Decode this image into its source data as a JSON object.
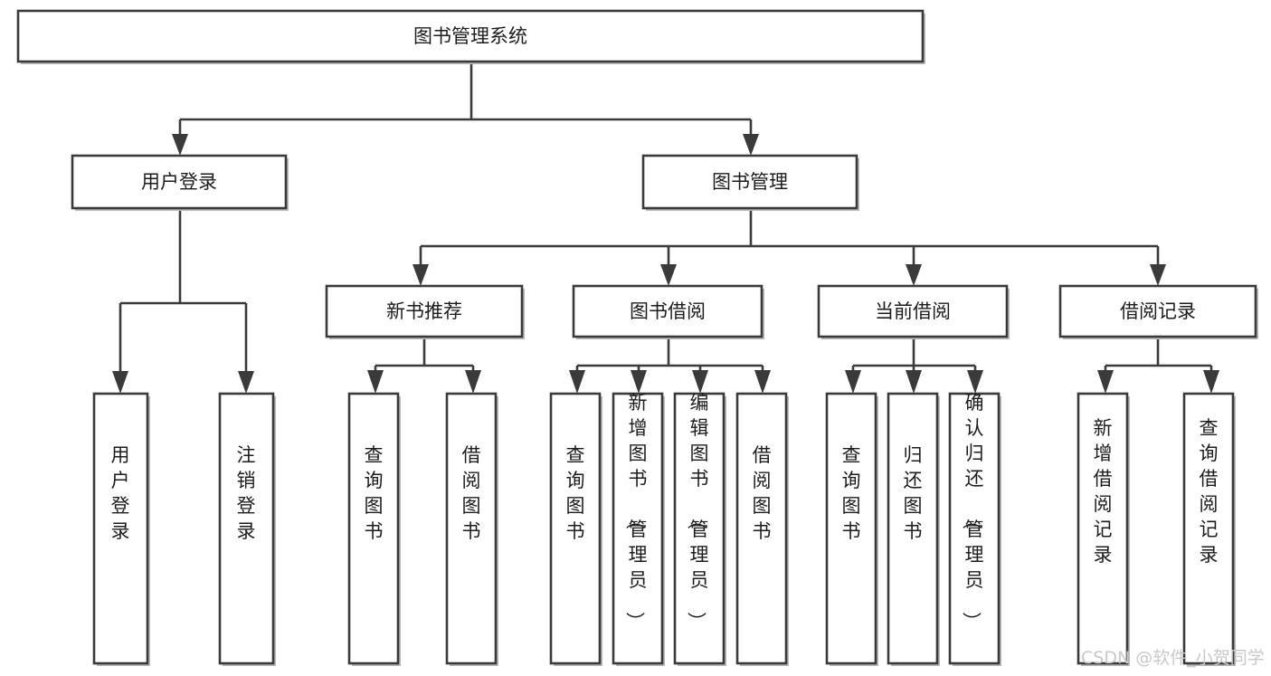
{
  "diagram": {
    "type": "tree-hierarchy",
    "title": "图书管理系统",
    "watermark": "CSDN @软件_小贺同学",
    "colors": {
      "stroke": "#3a3a3a",
      "fill": "#ffffff",
      "text": "#1c1c1c",
      "shadow": "#b9b9b9",
      "watermark": "#c9c9c9",
      "background": "#ffffff"
    },
    "levels": [
      {
        "level": 1,
        "nodes": [
          {
            "id": "root",
            "label": "图书管理系统",
            "orientation": "horizontal"
          }
        ]
      },
      {
        "level": 2,
        "nodes": [
          {
            "id": "login",
            "label": "用户登录",
            "orientation": "horizontal",
            "parent": "root"
          },
          {
            "id": "bookmgmt",
            "label": "图书管理",
            "orientation": "horizontal",
            "parent": "root"
          }
        ]
      },
      {
        "level": 3,
        "nodes": [
          {
            "id": "newbook",
            "label": "新书推荐",
            "orientation": "horizontal",
            "parent": "bookmgmt"
          },
          {
            "id": "borrow",
            "label": "图书借阅",
            "orientation": "horizontal",
            "parent": "bookmgmt"
          },
          {
            "id": "current",
            "label": "当前借阅",
            "orientation": "horizontal",
            "parent": "bookmgmt"
          },
          {
            "id": "records",
            "label": "借阅记录",
            "orientation": "horizontal",
            "parent": "bookmgmt"
          }
        ]
      },
      {
        "level": 4,
        "nodes": [
          {
            "id": "leaf1",
            "label": "用户登录",
            "orientation": "vertical",
            "parent": "login"
          },
          {
            "id": "leaf2",
            "label": "注销登录",
            "orientation": "vertical",
            "parent": "login"
          },
          {
            "id": "leaf3",
            "label": "查询图书",
            "orientation": "vertical",
            "parent": "newbook"
          },
          {
            "id": "leaf4",
            "label": "借阅图书",
            "orientation": "vertical",
            "parent": "newbook"
          },
          {
            "id": "leaf5",
            "label": "查询图书",
            "orientation": "vertical",
            "parent": "borrow"
          },
          {
            "id": "leaf6",
            "label": "新增图书（管理员）",
            "orientation": "vertical",
            "parent": "borrow"
          },
          {
            "id": "leaf7",
            "label": "编辑图书（管理员）",
            "orientation": "vertical",
            "parent": "borrow"
          },
          {
            "id": "leaf8",
            "label": "借阅图书",
            "orientation": "vertical",
            "parent": "borrow"
          },
          {
            "id": "leaf9",
            "label": "查询图书",
            "orientation": "vertical",
            "parent": "current"
          },
          {
            "id": "leaf10",
            "label": "归还图书",
            "orientation": "vertical",
            "parent": "current"
          },
          {
            "id": "leaf11",
            "label": "确认归还（管理员）",
            "orientation": "vertical",
            "parent": "current"
          },
          {
            "id": "leaf12",
            "label": "新增借阅记录",
            "orientation": "vertical",
            "parent": "records"
          },
          {
            "id": "leaf13",
            "label": "查询借阅记录",
            "orientation": "vertical",
            "parent": "records"
          }
        ]
      }
    ]
  }
}
